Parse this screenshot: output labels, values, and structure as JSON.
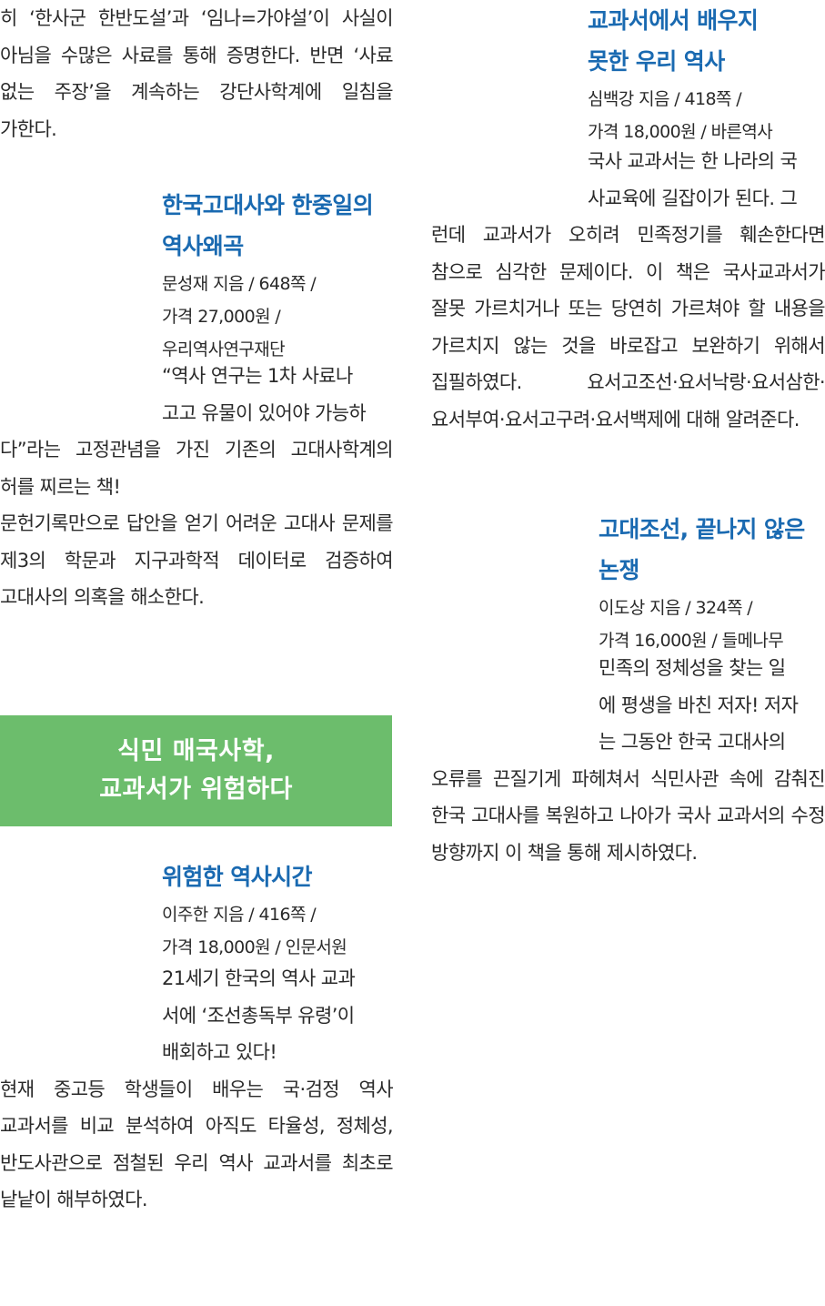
{
  "left_column": {
    "intro_text": "히 ‘한사군 한반도설’과 ‘임나=가야설’이 사실이 아님을 수많은 사료를 통해 증명한다. 반면 ‘사료 없는 주장’을 계속하는 강단사학계에 일침을 가한다.",
    "book1": {
      "title_line1": "한국고대사와 한중일의",
      "title_line2": "역사왜곡",
      "meta_line1": "문성재 지음 / 648쪽 /",
      "meta_line2": "가격 27,000원 /",
      "meta_line3": "우리역사연구재단",
      "desc_indented_1": "“역사 연구는 1차 사료나",
      "desc_indented_2": "고고 유물이 있어야 가능하",
      "desc_full": "다”라는 고정관념을 가진 기존의 고대사학계의 허를 찌르는 책!",
      "desc_full_2": "문헌기록만으로 답안을 얻기 어려운 고대사 문제를 제3의 학문과 지구과학적 데이터로 검증하여 고대사의 의혹을 해소한다."
    },
    "banner": {
      "line1": "식민 매국사학,",
      "line2": "교과서가 위험하다"
    },
    "book2": {
      "title": "위험한 역사시간",
      "meta_line1": "이주한 지음 / 416쪽 /",
      "meta_line2": "가격 18,000원 / 인문서원",
      "desc_indented_1": "21세기 한국의 역사 교과",
      "desc_indented_2": "서에 ‘조선총독부 유령’이",
      "desc_indented_3": "배회하고 있다!",
      "desc_full": "현재 중고등 학생들이 배우는 국·검정 역사 교과서를 비교 분석하여 아직도 타율성, 정체성, 반도사관으로 점철된 우리 역사 교과서를 최초로 낱낱이 해부하였다."
    }
  },
  "right_column": {
    "book3": {
      "title_line1": "교과서에서 배우지",
      "title_line2": "못한 우리 역사",
      "meta_line1": "심백강 지음 / 418쪽 /",
      "meta_line2": "가격 18,000원 / 바른역사",
      "desc_indented_1": "국사 교과서는 한 나라의 국",
      "desc_indented_2": "사교육에 길잡이가 된다. 그",
      "desc_full": "런데 교과서가 오히려 민족정기를 훼손한다면 참으로 심각한 문제이다. 이 책은 국사교과서가 잘못 가르치거나 또는 당연히 가르쳐야 할 내용을 가르치지 않는 것을 바로잡고 보완하기 위해서 집필하였다. 요서고조선·요서낙랑·요서삼한·요서부여·요서고구려·요서백제에 대해 알려준다."
    },
    "book4": {
      "title_line1": "고대조선, 끝나지 않은",
      "title_line2": "논쟁",
      "meta_line1": "이도상 지음 / 324쪽 /",
      "meta_line2": "가격 16,000원 / 들메나무",
      "desc_indented_1": "민족의 정체성을 찾는 일",
      "desc_indented_2": "에 평생을 바친 저자! 저자",
      "desc_indented_3": "는 그동안 한국 고대사의",
      "desc_full": "오류를 끈질기게 파헤쳐서 식민사관 속에 감춰진 한국 고대사를 복원하고 나아가 국사 교과서의 수정 방향까지 이 책을 통해 제시하였다."
    }
  }
}
